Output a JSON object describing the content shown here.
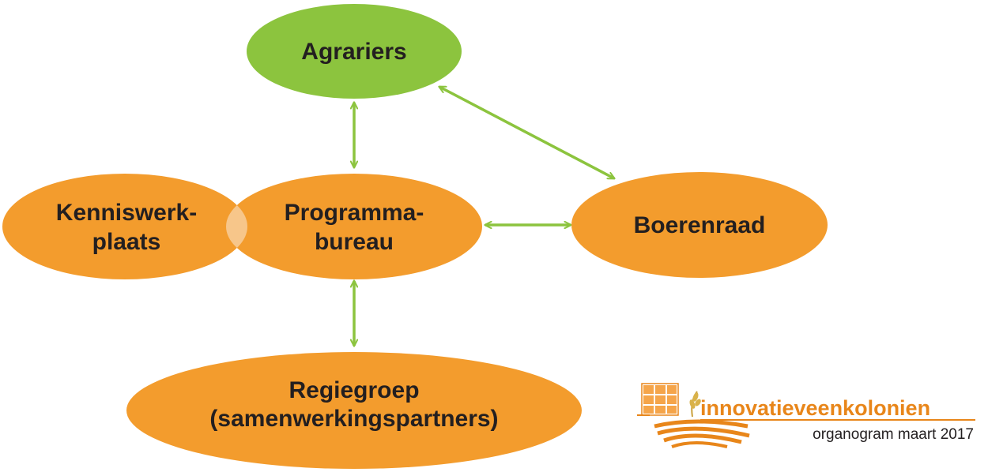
{
  "colors": {
    "orange": "#f39c2d",
    "green": "#8cc43e",
    "overlap": "#f7c68a",
    "arrow": "#8cc43e",
    "label": "#231f20",
    "logo_text": "#e8861a"
  },
  "nodes": {
    "agrariers": {
      "label": "Agrariers",
      "color": "green"
    },
    "kenniswerkplaats": {
      "label_line1": "Kenniswerk-",
      "label_line2": "plaats",
      "color": "orange"
    },
    "programmabureau": {
      "label_line1": "Programma-",
      "label_line2": "bureau",
      "color": "orange"
    },
    "boerenraad": {
      "label": "Boerenraad",
      "color": "orange"
    },
    "regiegroep": {
      "label_line1": "Regiegroep",
      "label_line2": "(samenwerkingspartners)",
      "color": "orange"
    }
  },
  "connections": [
    {
      "from": "agrariers",
      "to": "programmabureau",
      "bidirectional": true
    },
    {
      "from": "agrariers",
      "to": "boerenraad",
      "bidirectional": true
    },
    {
      "from": "programmabureau",
      "to": "boerenraad",
      "bidirectional": true
    },
    {
      "from": "programmabureau",
      "to": "regiegroep",
      "bidirectional": true
    }
  ],
  "logo": {
    "wordmark": "innovatieveenkolonien",
    "caption": "organogram maart 2017",
    "icon": "solar-panel-field-wheat-icon"
  }
}
